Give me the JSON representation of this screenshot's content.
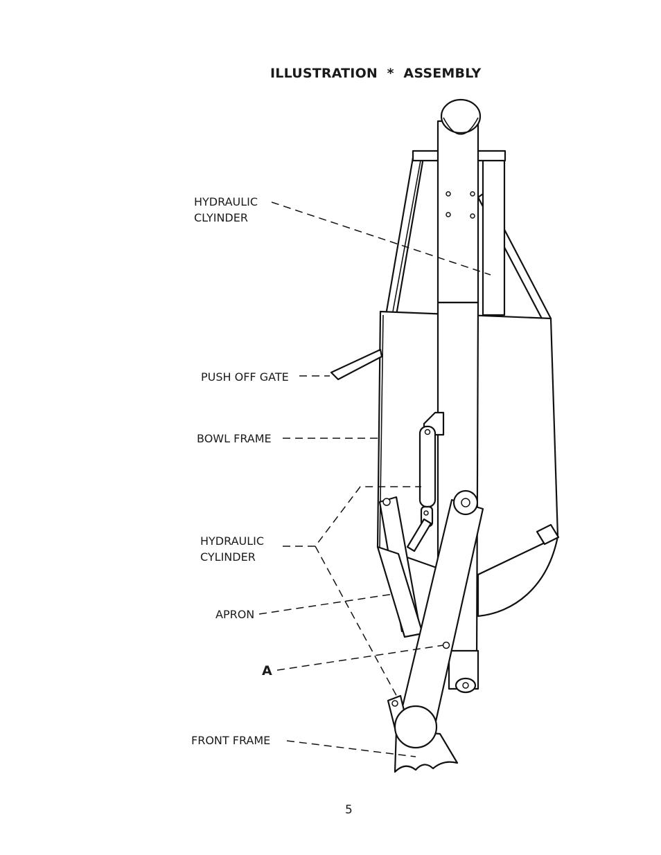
{
  "title": "ILLUSTRATION  *  ASSEMBLY",
  "labels": {
    "hydraulic_clyinder": "HYDRAULIC\nCLYINDER",
    "push_off_gate": "PUSH OFF GATE",
    "bowl_frame": "BOWL FRAME",
    "hydraulic_cylinder": "HYDRAULIC\nCYLINDER",
    "apron": "APRON",
    "point_a": "A",
    "front_frame": "FRONT  FRAME"
  },
  "page_number": "5"
}
